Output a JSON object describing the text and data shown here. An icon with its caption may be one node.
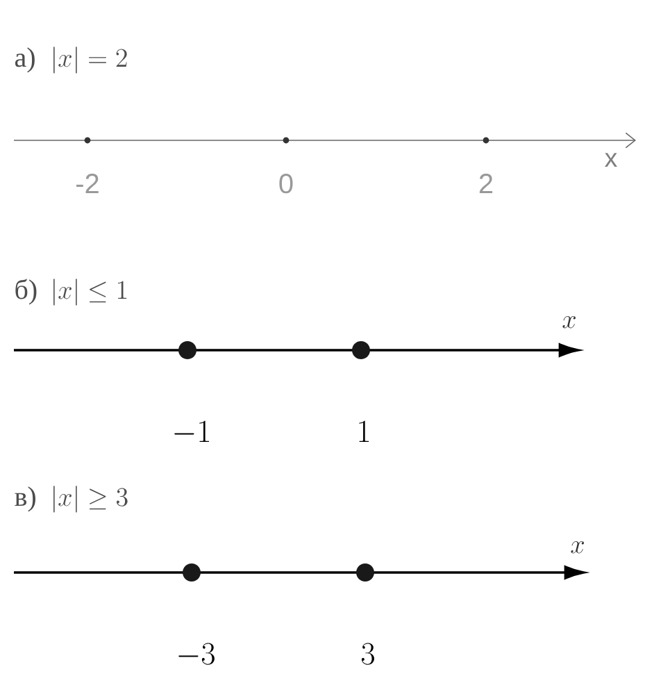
{
  "diagram": {
    "labels": [
      "а)",
      "|x| = 2",
      "x",
      "-2",
      "0",
      "2",
      "б)",
      "|x| \\le 1",
      "x",
      "-1",
      "1",
      "в)",
      "|x| \\ge 3",
      "x",
      "-3",
      "3"
    ]
  }
}
